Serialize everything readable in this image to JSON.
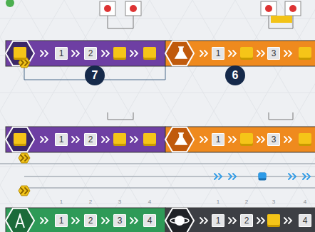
{
  "diagram": {
    "nodes": [
      {
        "text": [
          "1"
        ]
      },
      {
        "text": [
          "2"
        ]
      },
      {
        "text": [
          "1"
        ]
      },
      {
        "text": [
          "3"
        ]
      },
      {
        "text": [
          "7"
        ]
      },
      {
        "text": [
          "6"
        ]
      },
      {
        "text": [
          "1"
        ]
      },
      {
        "text": [
          "2"
        ]
      },
      {
        "text": [
          "1"
        ]
      },
      {
        "text": [
          "3"
        ]
      },
      {
        "text": [
          "1"
        ]
      },
      {
        "text": [
          "2"
        ]
      },
      {
        "text": [
          "3"
        ]
      },
      {
        "text": [
          "4"
        ]
      },
      {
        "text": [
          "1"
        ]
      },
      {
        "text": [
          "2"
        ]
      },
      {
        "text": [
          "4"
        ]
      }
    ],
    "labels": [
      "1",
      "2",
      "3",
      "4",
      "1",
      "2",
      "3",
      "4"
    ]
  }
}
